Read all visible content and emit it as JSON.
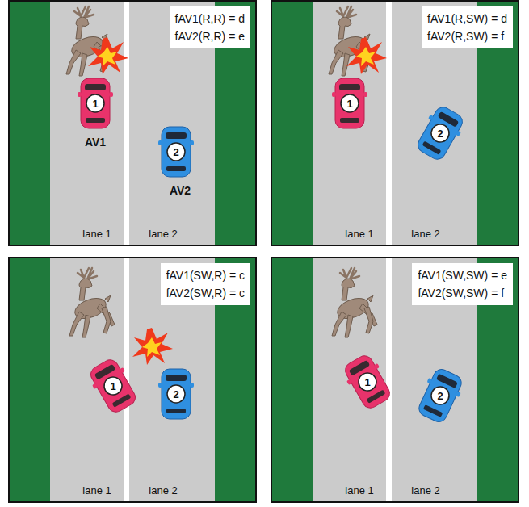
{
  "diagram": {
    "nodes": [
      {
        "text": [
          "fAV1(R,R) = d",
          "fAV2(R,R) = e"
        ]
      },
      {
        "text": [
          "fAV1(R,SW) = d",
          "fAV2(R,SW) = f"
        ]
      },
      {
        "text": [
          "fAV1(SW,R) = c",
          "fAV2(SW,R) = c"
        ]
      },
      {
        "text": [
          "fAV1(SW,SW) = e",
          "fAV2(SW,SW) = f"
        ]
      }
    ],
    "labels": [
      "1",
      "AV1",
      "2",
      "AV2",
      "lane 1",
      "lane 2",
      "1",
      "2",
      "lane 1",
      "lane 2",
      "1",
      "2",
      "lane 1",
      "lane 2",
      "1",
      "2",
      "lane 1",
      "lane 2"
    ]
  }
}
